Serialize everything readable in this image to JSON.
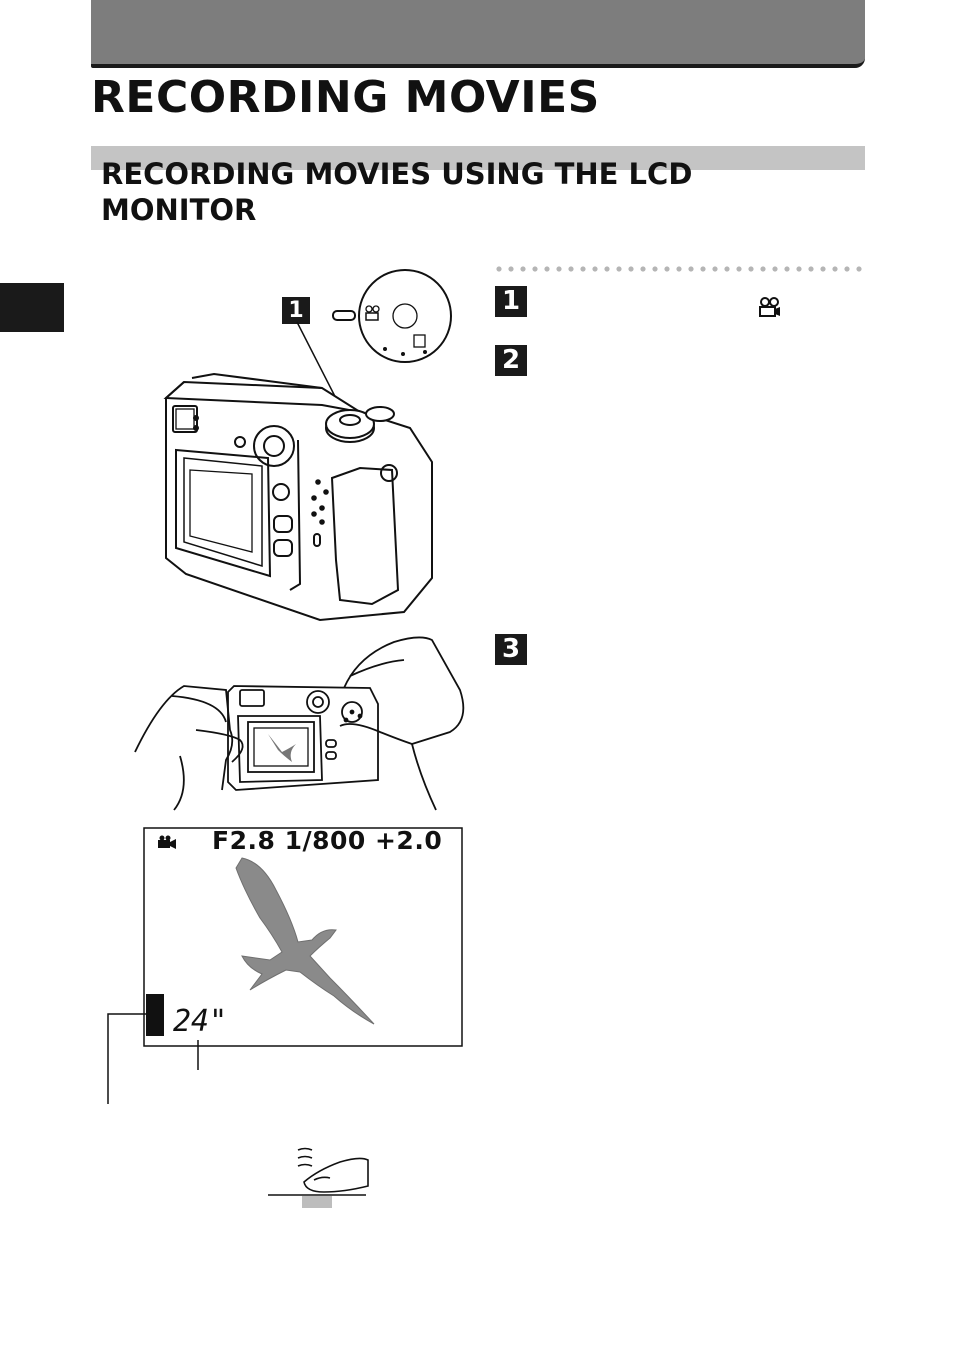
{
  "header": {
    "title": "RECORDING MOVIES"
  },
  "section": {
    "title": "RECORDING MOVIES USING THE LCD MONITOR"
  },
  "steps": [
    {
      "number": "1",
      "icon": "movie-camera-icon"
    },
    {
      "number": "2"
    },
    {
      "number": "3"
    }
  ],
  "figure": {
    "callout_number": "1",
    "lcd": {
      "exposure": "F2.8  1/800 +2.0",
      "remaining_time": "24\""
    }
  },
  "colors": {
    "header_bar": "#7d7d7d",
    "section_band": "#c4c4c4",
    "badge": "#1a1a1a"
  }
}
